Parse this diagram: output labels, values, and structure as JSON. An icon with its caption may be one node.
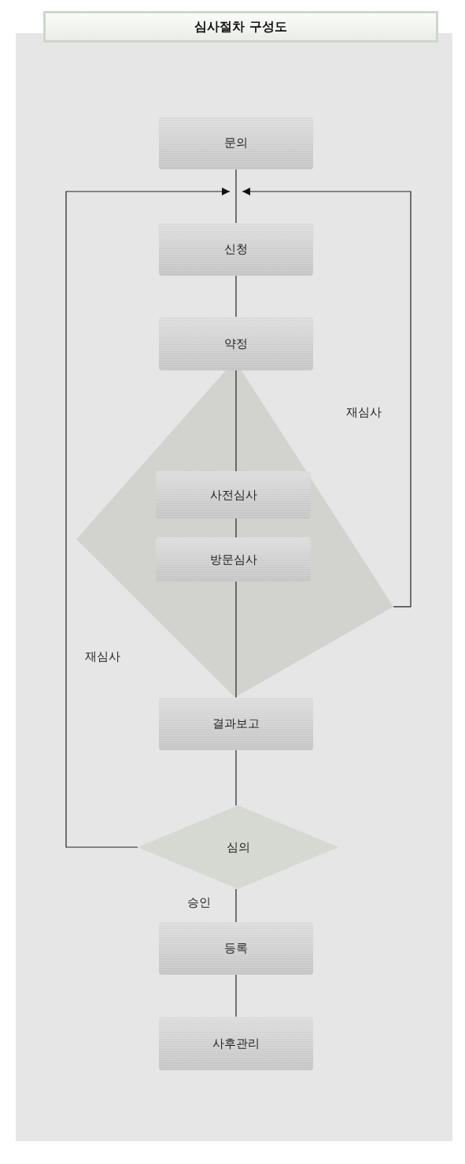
{
  "diagram": {
    "title": "심사절차 구성도",
    "nodes": [
      {
        "text": [
          "문의"
        ]
      },
      {
        "text": [
          "신청"
        ]
      },
      {
        "text": [
          "약정"
        ]
      },
      {
        "text": [],
        "shape": "diamond"
      },
      {
        "text": [
          "사전심사"
        ],
        "in": 3
      },
      {
        "text": [
          "방문심사"
        ],
        "in": 3
      },
      {
        "text": [
          "결과보고"
        ]
      },
      {
        "text": [
          "심의"
        ]
      },
      {
        "text": [
          "등록"
        ]
      },
      {
        "text": [
          "사후관리"
        ]
      }
    ],
    "edges": [
      {
        "from": 0,
        "to": 1,
        "arrow": "none"
      },
      {
        "from": 1,
        "to": 2,
        "arrow": "none"
      },
      {
        "from": 2,
        "to": 4,
        "arrow": "none"
      },
      {
        "from": 4,
        "to": 5,
        "arrow": "none"
      },
      {
        "from": 5,
        "to": 6,
        "arrow": "none"
      },
      {
        "from": 6,
        "to": 7,
        "arrow": "none"
      },
      {
        "from": 7,
        "to": 8,
        "arrow": "none",
        "label": "승인"
      },
      {
        "from": 8,
        "to": 9,
        "arrow": "none"
      },
      {
        "from": 3,
        "to": 0,
        "arrow": "to",
        "label": "재심사"
      },
      {
        "from": 7,
        "to": 0,
        "arrow": "to",
        "label": "재심사"
      }
    ]
  }
}
